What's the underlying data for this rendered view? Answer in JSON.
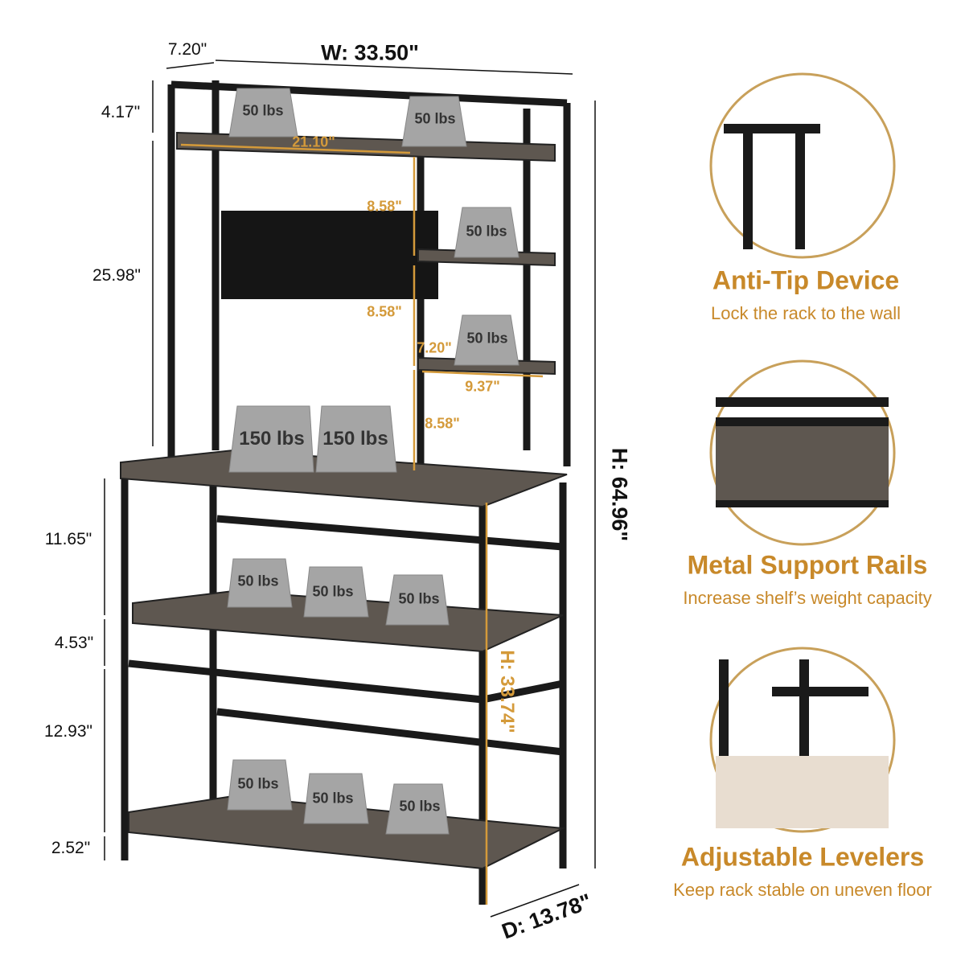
{
  "dimensions": {
    "top_depth": "7.20\"",
    "width": "W: 33.50\"",
    "top_rail": "4.17\"",
    "hanger_width": "21.10\"",
    "side_gap_1": "8.58\"",
    "upper_height": "25.98\"",
    "side_gap_2": "8.58\"",
    "side_depth": "7.20\"",
    "side_width": "9.37\"",
    "side_gap_3": "8.58\"",
    "lower_1": "11.65\"",
    "lower_2": "4.53\"",
    "lower_3": "12.93\"",
    "foot": "2.52\"",
    "height": "H: 64.96\"",
    "counter_height": "H: 33.74\"",
    "depth": "D: 13.78\""
  },
  "weights": [
    "50 lbs",
    "50 lbs",
    "50 lbs",
    "50 lbs",
    "150 lbs",
    "150 lbs",
    "50 lbs",
    "50 lbs",
    "50 lbs",
    "50 lbs",
    "50 lbs",
    "50 lbs"
  ],
  "features": [
    {
      "title": "Anti-Tip Device",
      "subtitle": "Lock the rack to the wall"
    },
    {
      "title": "Metal Support Rails",
      "subtitle": "Increase shelf’s weight capacity"
    },
    {
      "title": "Adjustable Levelers",
      "subtitle": "Keep rack stable on uneven floor"
    }
  ],
  "colors": {
    "accent": "#c8892a",
    "frame": "#1a1a1a",
    "wood": "#5e5750"
  }
}
